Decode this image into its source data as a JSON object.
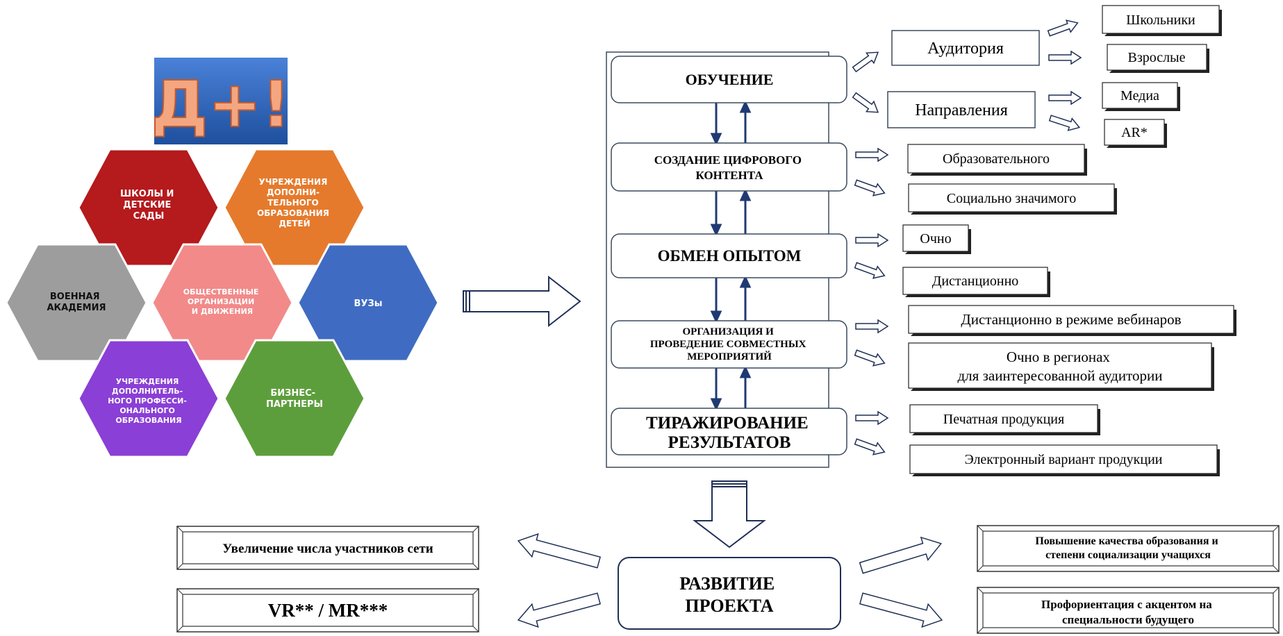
{
  "logo": {
    "text": "Д+!",
    "bg_color": "#2f63b8",
    "text_color": "#f4a680"
  },
  "partners": [
    {
      "lines": [
        "ШКОЛЫ И",
        "ДЕТСКИЕ",
        "САДЫ"
      ],
      "color": "#b51a1d"
    },
    {
      "lines": [
        "УЧРЕЖДЕНИЯ",
        "ДОПОЛНИ-",
        "ТЕЛЬНОГО",
        "ОБРАЗОВАНИЯ",
        "ДЕТЕЙ"
      ],
      "color": "#e57a2c"
    },
    {
      "lines": [
        "ВОЕННАЯ",
        "АКАДЕМИЯ"
      ],
      "color": "#9d9d9d"
    },
    {
      "lines": [
        "ОБЩЕСТВЕННЫЕ",
        "ОРГАНИЗАЦИИ",
        "И ДВИЖЕНИЯ"
      ],
      "color": "#f28a8a"
    },
    {
      "lines": [
        "ВУЗы"
      ],
      "color": "#3f6cc2"
    },
    {
      "lines": [
        "УЧРЕЖДЕНИЯ",
        "ДОПОЛНИТЕЛЬ-",
        "НОГО ПРОФЕССИ-",
        "ОНАЛЬНОГО",
        "ОБРАЗОВАНИЯ"
      ],
      "color": "#8a3fd6"
    },
    {
      "lines": [
        "БИЗНЕС-",
        "ПАРТНЕРЫ"
      ],
      "color": "#5d9e3c"
    }
  ],
  "activities": [
    {
      "lines": [
        "ОБУЧЕНИЕ"
      ]
    },
    {
      "lines": [
        "СОЗДАНИЕ ЦИФРОВОГО",
        "КОНТЕНТА"
      ]
    },
    {
      "lines": [
        "ОБМЕН ОПЫТОМ"
      ]
    },
    {
      "lines": [
        "ОРГАНИЗАЦИЯ И",
        "ПРОВЕДЕНИЕ СОВМЕСТНЫХ",
        "МЕРОПРИЯТИЙ"
      ]
    },
    {
      "lines": [
        "ТИРАЖИРОВАНИЕ",
        "РЕЗУЛЬТАТОВ"
      ]
    }
  ],
  "level1": [
    {
      "lines": [
        "Аудитория"
      ]
    },
    {
      "lines": [
        "Направления"
      ]
    }
  ],
  "level2": [
    {
      "lines": [
        "Школьники"
      ]
    },
    {
      "lines": [
        "Взрослые"
      ]
    },
    {
      "lines": [
        "Медиа"
      ]
    },
    {
      "lines": [
        "AR*"
      ]
    }
  ],
  "details": [
    {
      "lines": [
        "Образовательного"
      ]
    },
    {
      "lines": [
        "Социально значимого"
      ]
    },
    {
      "lines": [
        "Очно"
      ]
    },
    {
      "lines": [
        "Дистанционно"
      ]
    },
    {
      "lines": [
        "Дистанционно в режиме вебинаров"
      ]
    },
    {
      "lines": [
        "Очно в регионах",
        "для заинтересованной аудитории"
      ]
    },
    {
      "lines": [
        "Печатная продукция"
      ]
    },
    {
      "lines": [
        "Электронный вариант продукции"
      ]
    }
  ],
  "development": {
    "lines": [
      "РАЗВИТИЕ",
      "ПРОЕКТА"
    ]
  },
  "outcomes": [
    {
      "lines": [
        "Увеличение числа участников сети"
      ]
    },
    {
      "lines": [
        "VR** / MR***"
      ]
    },
    {
      "lines": [
        "Повышение качества образования и",
        "степени социализации учащихся"
      ]
    },
    {
      "lines": [
        "Профориентация с акцентом на",
        "специальности будущего"
      ]
    }
  ]
}
